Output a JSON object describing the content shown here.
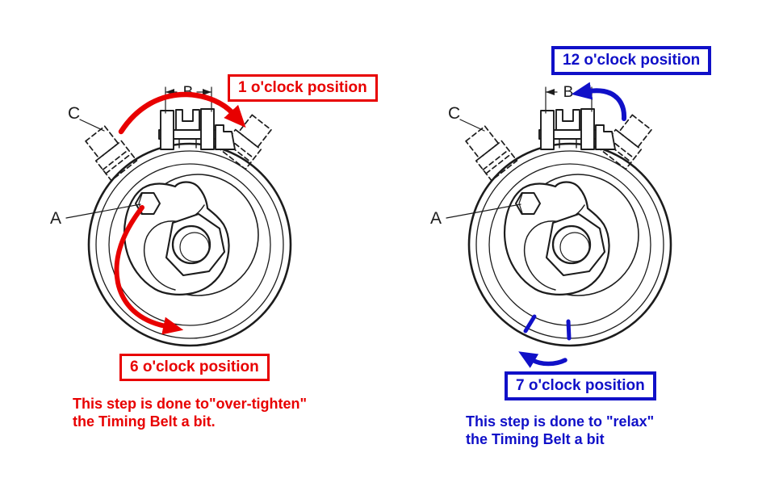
{
  "colors": {
    "annotation_red": "#e80000",
    "annotation_blue": "#1010c8",
    "line_art": "#1c1c1c",
    "background": "#ffffff"
  },
  "part_labels": {
    "a": "A",
    "b": "B",
    "c": "C"
  },
  "left_panel": {
    "callout_top": "1 o'clock position",
    "callout_bottom": "6 o'clock position",
    "caption": {
      "lines": [
        "This step is done to\"over-tighten\"",
        "the Timing Belt a bit."
      ]
    }
  },
  "right_panel": {
    "callout_top": "12 o'clock position",
    "callout_bottom": "7 o'clock position",
    "caption": {
      "lines": [
        "This step is done to \"relax\"",
        "the Timing Belt a bit"
      ]
    }
  }
}
